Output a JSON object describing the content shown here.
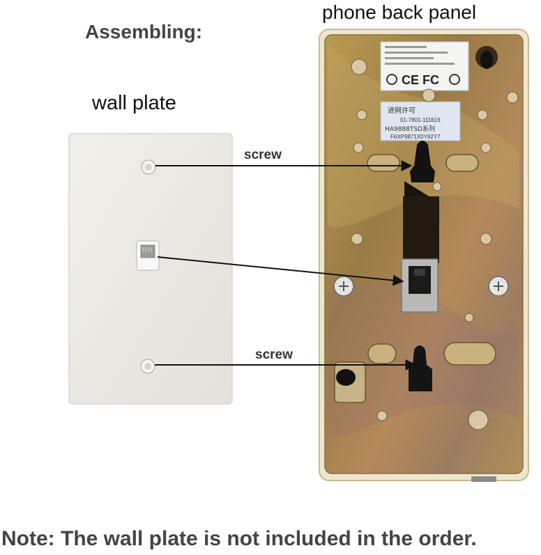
{
  "headings": {
    "assembling": "Assembling:",
    "phone_back_panel": "phone back panel",
    "wall_plate": "wall plate"
  },
  "callouts": {
    "screw_top": "screw",
    "screw_bottom": "screw"
  },
  "note": "Note: The wall plate is not included in the order.",
  "sticker_top": {
    "fcc_marks": "CE FC"
  },
  "sticker_bottom": {
    "line1": "进网许可",
    "line2": "01-7801-111616",
    "line3": "HA9888TSD系列",
    "line4": "F6XP9871X0Y92Y7"
  },
  "colors": {
    "plate": "#ece9e3",
    "panel_metal": "#a88a4a",
    "panel_frame": "#e8dcc0",
    "arrow": "#111111"
  }
}
